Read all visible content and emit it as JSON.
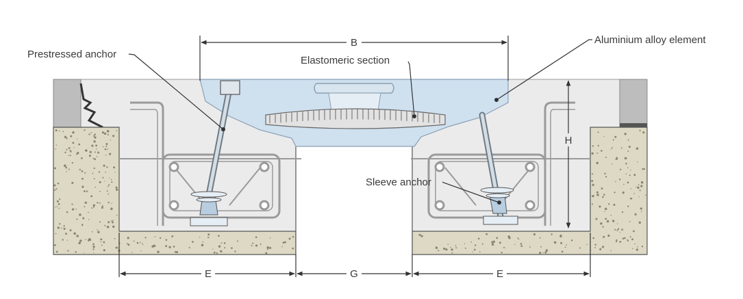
{
  "labels": {
    "prestressed_anchor": "Prestressed anchor",
    "elastomeric_section": "Elastomeric section",
    "aluminium_alloy_element": "Aluminium alloy element",
    "sleeve_anchor": "Sleeve anchor"
  },
  "dimensions": {
    "b": "B",
    "h": "H",
    "e_left": "E",
    "g": "G",
    "e_right": "E"
  },
  "colors": {
    "concrete_fill": "#ddd9c4",
    "concrete_speckle": "#8a8570",
    "recess_fill": "#ebebeb",
    "aluminium_fill": "#cfe0ef",
    "elastomer_fill": "#e2e2e2",
    "rebar_stroke": "#9a9a9a",
    "line": "#333333"
  }
}
